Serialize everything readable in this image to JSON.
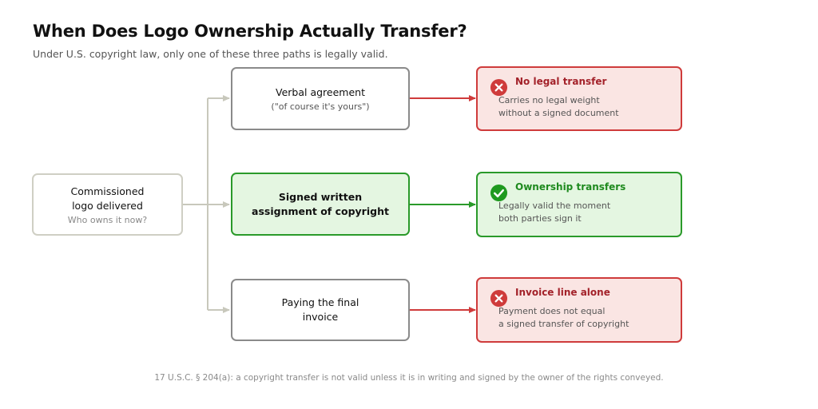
{
  "header": {
    "title": "When Does Logo Ownership Actually Transfer?",
    "subtitle": "Under U.S. copyright law, only one of these three paths is legally valid."
  },
  "source": {
    "line1": "Commissioned",
    "line2": "logo delivered",
    "caption": "Who owns it now?"
  },
  "paths": [
    {
      "line1": "Verbal agreement",
      "line2": "(\"of course it's yours\")"
    },
    {
      "line1": "Signed written",
      "line2": "assignment of copyright"
    },
    {
      "line1": "Paying the final",
      "line2": "invoice"
    }
  ],
  "results": [
    {
      "title": "No legal transfer",
      "line1": "Carries no legal weight",
      "line2": "without a signed document",
      "icon": "x-circle-icon"
    },
    {
      "title": "Ownership transfers",
      "line1": "Legally valid the moment",
      "line2": "both parties sign it",
      "icon": "check-circle-icon"
    },
    {
      "title": "Invoice line alone",
      "line1": "Payment does not equal",
      "line2": "a signed transfer of copyright",
      "icon": "x-circle-icon"
    }
  ],
  "footnote": "17 U.S.C. § 204(a): a copyright transfer is not valid unless it is in writing and signed by the owner of the rights conveyed.",
  "colors": {
    "invalid": "#cf3b3b",
    "valid": "#2a9a2a",
    "neutral": "#c8c8bc"
  }
}
